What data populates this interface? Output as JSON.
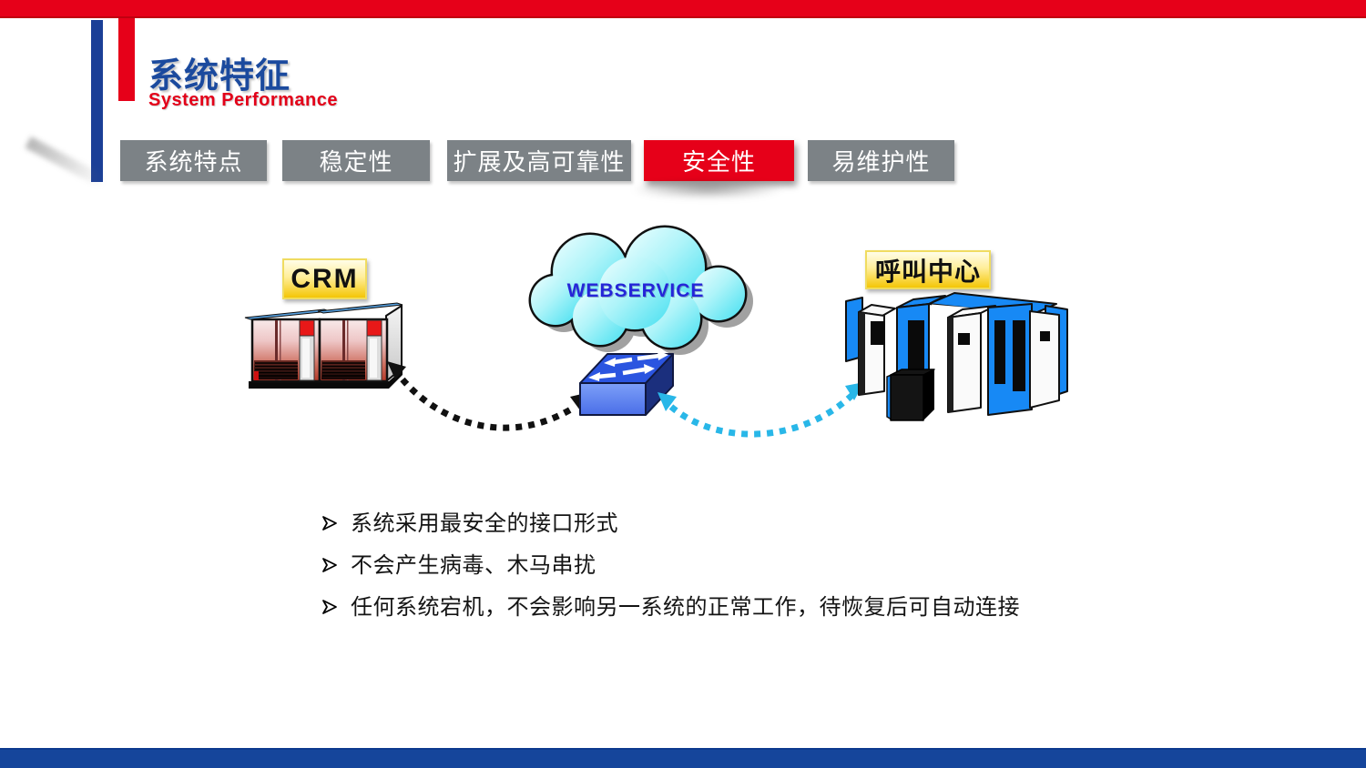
{
  "header": {
    "title": "系统特征",
    "subtitle": "System Performance"
  },
  "tabs": [
    {
      "label": "系统特点",
      "active": false
    },
    {
      "label": "稳定性",
      "active": false
    },
    {
      "label": "扩展及高可靠性",
      "active": false
    },
    {
      "label": "安全性",
      "active": true
    },
    {
      "label": "易维护性",
      "active": false
    }
  ],
  "diagram": {
    "crm_label": "CRM",
    "cloud_label": "WEBSERVICE",
    "callcenter_label": "呼叫中心",
    "icons": {
      "crm": "red-server-racks-icon",
      "cloud": "cloud-icon",
      "switch": "network-switch-icon",
      "callcenter": "blue-server-cluster-icon",
      "left_link": "dotted-arc-arrow-black",
      "right_link": "dotted-arc-arrow-cyan"
    }
  },
  "bullets": [
    "系统采用最安全的接口形式",
    "不会产生病毒、木马串扰",
    "任何系统宕机，不会影响另一系统的正常工作，待恢复后可自动连接"
  ],
  "colors": {
    "accent_red": "#e60019",
    "title_blue": "#1b4a9e",
    "tab_gray": "#7c8286",
    "footer_blue": "#15459b",
    "cloud_cyan": "#42dff0",
    "callcenter_blue": "#1789f5",
    "arrow_black": "#111111",
    "arrow_cyan": "#29b7e8",
    "label_yellow": "#f4c606"
  }
}
